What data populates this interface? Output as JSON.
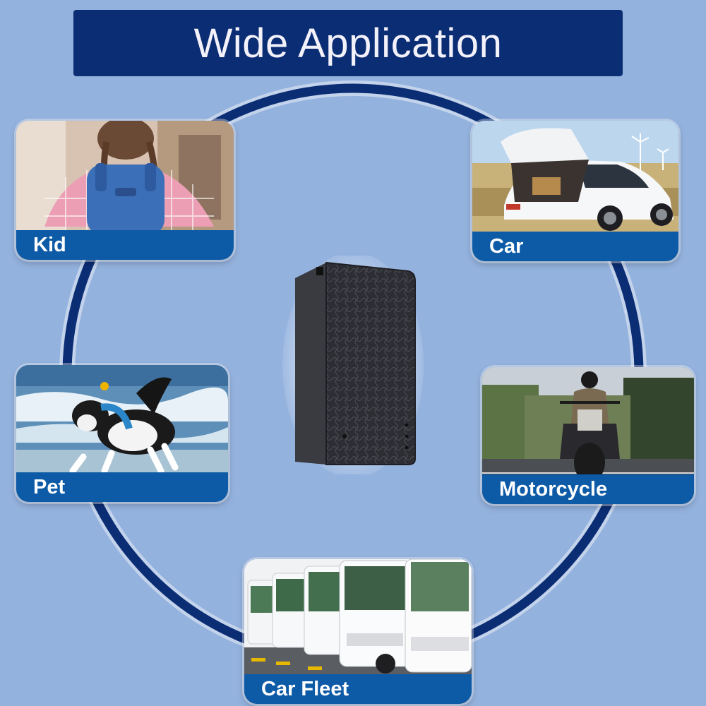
{
  "title": "Wide Application",
  "colors": {
    "background": "#94b2de",
    "banner": "#0b2d74",
    "ring": "#0b2d74",
    "label_bar": "#0d5aa7",
    "label_text": "#ffffff"
  },
  "applications": {
    "kid": {
      "label": "Kid"
    },
    "car": {
      "label": "Car"
    },
    "pet": {
      "label": "Pet"
    },
    "motorcycle": {
      "label": "Motorcycle"
    },
    "car_fleet": {
      "label": "Car Fleet"
    }
  }
}
